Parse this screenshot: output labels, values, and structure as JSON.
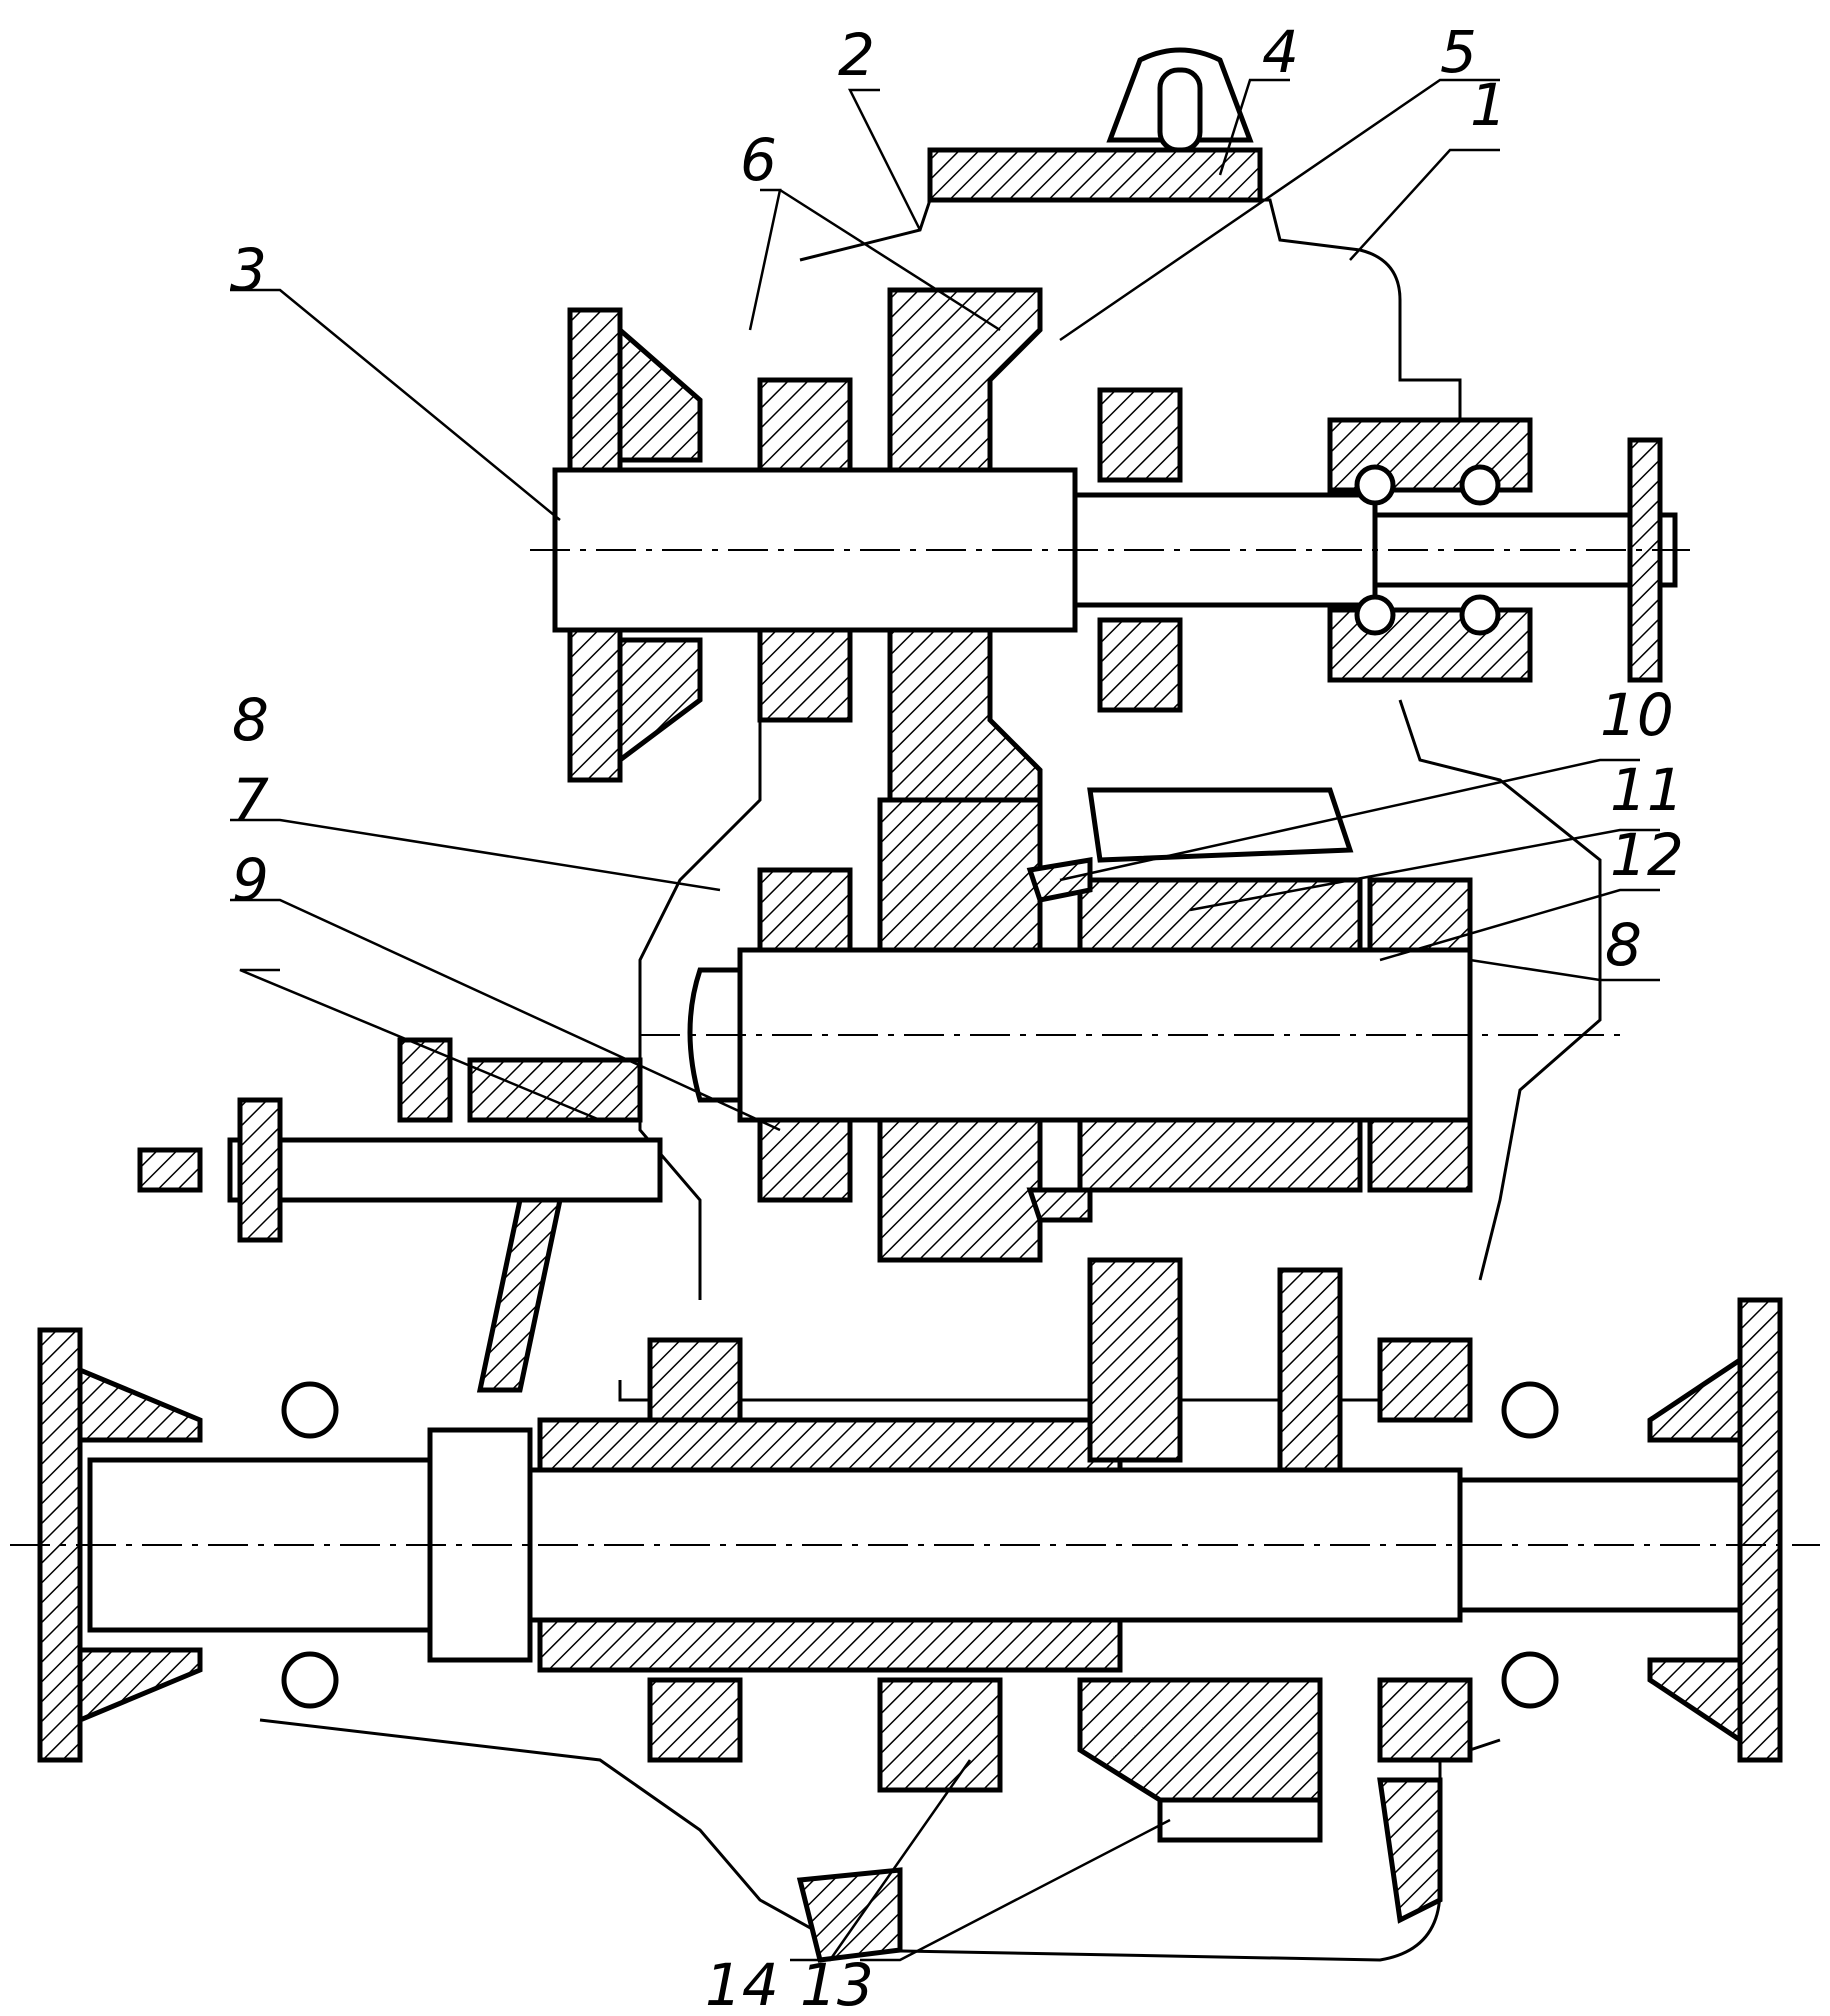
{
  "callouts": [
    {
      "label": "1"
    },
    {
      "label": "2"
    },
    {
      "label": "3"
    },
    {
      "label": "4"
    },
    {
      "label": "5"
    },
    {
      "label": "6"
    },
    {
      "label": "7"
    },
    {
      "label": "8"
    },
    {
      "label": "9"
    },
    {
      "label": "10"
    },
    {
      "label": "11"
    },
    {
      "label": "12"
    },
    {
      "label": "8"
    },
    {
      "label": "14"
    },
    {
      "label": "13"
    }
  ],
  "colors": {
    "ink": "#000000",
    "paper": "#ffffff"
  }
}
